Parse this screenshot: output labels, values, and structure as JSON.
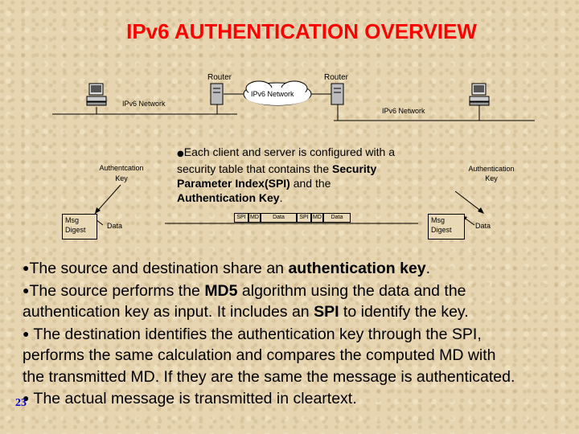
{
  "title": "IPv6 AUTHENTICATION OVERVIEW",
  "diagram": {
    "router_left": "Router",
    "router_right": "Router",
    "network_cloud": "IPv6 Network",
    "network_left": "IPv6 Network",
    "network_right": "IPv6 Network",
    "left": {
      "auth_key": "Authentcation\nKey",
      "msg_digest": "Msg\nDigest",
      "data": "Data"
    },
    "right": {
      "auth_key": "Authentication\nKey",
      "msg_digest": "Msg\nDigest",
      "data": "Data"
    },
    "packet": [
      "SPI",
      "MD",
      "Data",
      "SPI",
      "MD",
      "Data"
    ],
    "description_bullet": "l",
    "description": [
      {
        "text": "Each client and server is configured with a",
        "bold": false
      },
      {
        "text": "security table that contains the ",
        "bold": false
      },
      {
        "text": "Security",
        "bold": true
      },
      {
        "text": "Parameter Index(SPI)",
        "bold": true
      },
      {
        "text": " and the",
        "bold": false
      },
      {
        "text": "Authentication Key",
        "bold": true
      },
      {
        "text": ".",
        "bold": false
      }
    ]
  },
  "bullets": [
    {
      "runs": [
        {
          "t": "The source and destination share an ",
          "b": false
        },
        {
          "t": "authentication key",
          "b": true
        },
        {
          "t": ".",
          "b": false
        }
      ]
    },
    {
      "runs": [
        {
          "t": "The source performs the ",
          "b": false
        },
        {
          "t": "MD5",
          "b": true
        },
        {
          "t": " algorithm using the data and the",
          "b": false
        }
      ]
    },
    {
      "runs": [
        {
          "t": "authentication key as input. It includes an ",
          "b": false
        },
        {
          "t": "SPI",
          "b": true
        },
        {
          "t": " to identify the  key.",
          "b": false
        }
      ]
    },
    {
      "runs": [
        {
          "t": " The destination identifies the authentication key through the SPI,",
          "b": false
        }
      ]
    },
    {
      "runs": [
        {
          "t": "performs the same calculation and compares the computed MD with",
          "b": false
        }
      ]
    },
    {
      "runs": [
        {
          "t": "the transmitted MD. If they are the same the message is authenticated.",
          "b": false
        }
      ]
    },
    {
      "runs": [
        {
          "t": " The actual message is transmitted in cleartext.",
          "b": false
        }
      ]
    }
  ],
  "slide_number": "23",
  "colors": {
    "title": "#ff0000",
    "slide_number": "#0000cc",
    "background": "#e6d5b0"
  }
}
